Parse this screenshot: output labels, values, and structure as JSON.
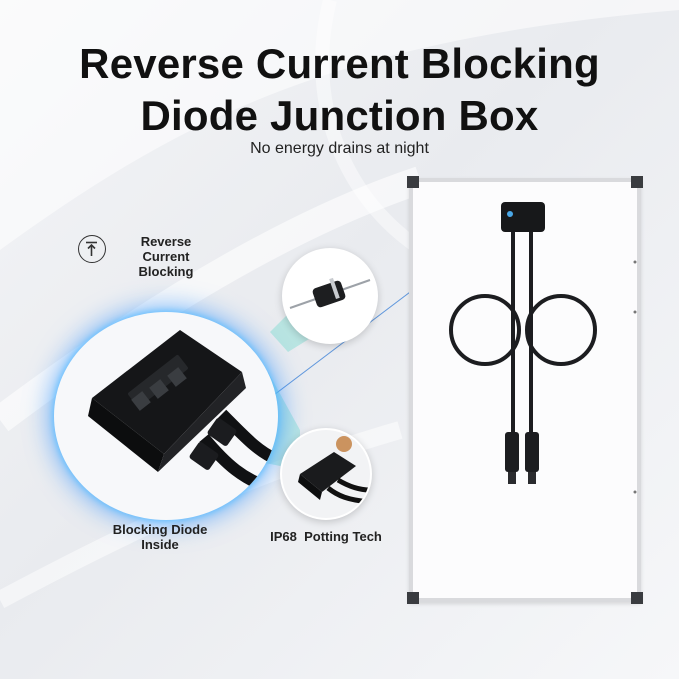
{
  "title": {
    "line1": "Reverse Current Blocking",
    "line2": "Diode Junction Box"
  },
  "subtitle": "No energy drains at night",
  "features": {
    "reverse_current": {
      "icon": "arrow-up-bar-icon",
      "line1": "Reverse Current",
      "line2": "Blocking"
    },
    "blocking_diode": {
      "line1": "Blocking Diode",
      "line2": "Inside"
    },
    "ip68": {
      "label": "IP68  Potting Tech"
    }
  },
  "colors": {
    "glow": "#2f8cff",
    "teal_beam": "#5fd6c9",
    "frame": "#d9dadd",
    "box": "#151618"
  }
}
